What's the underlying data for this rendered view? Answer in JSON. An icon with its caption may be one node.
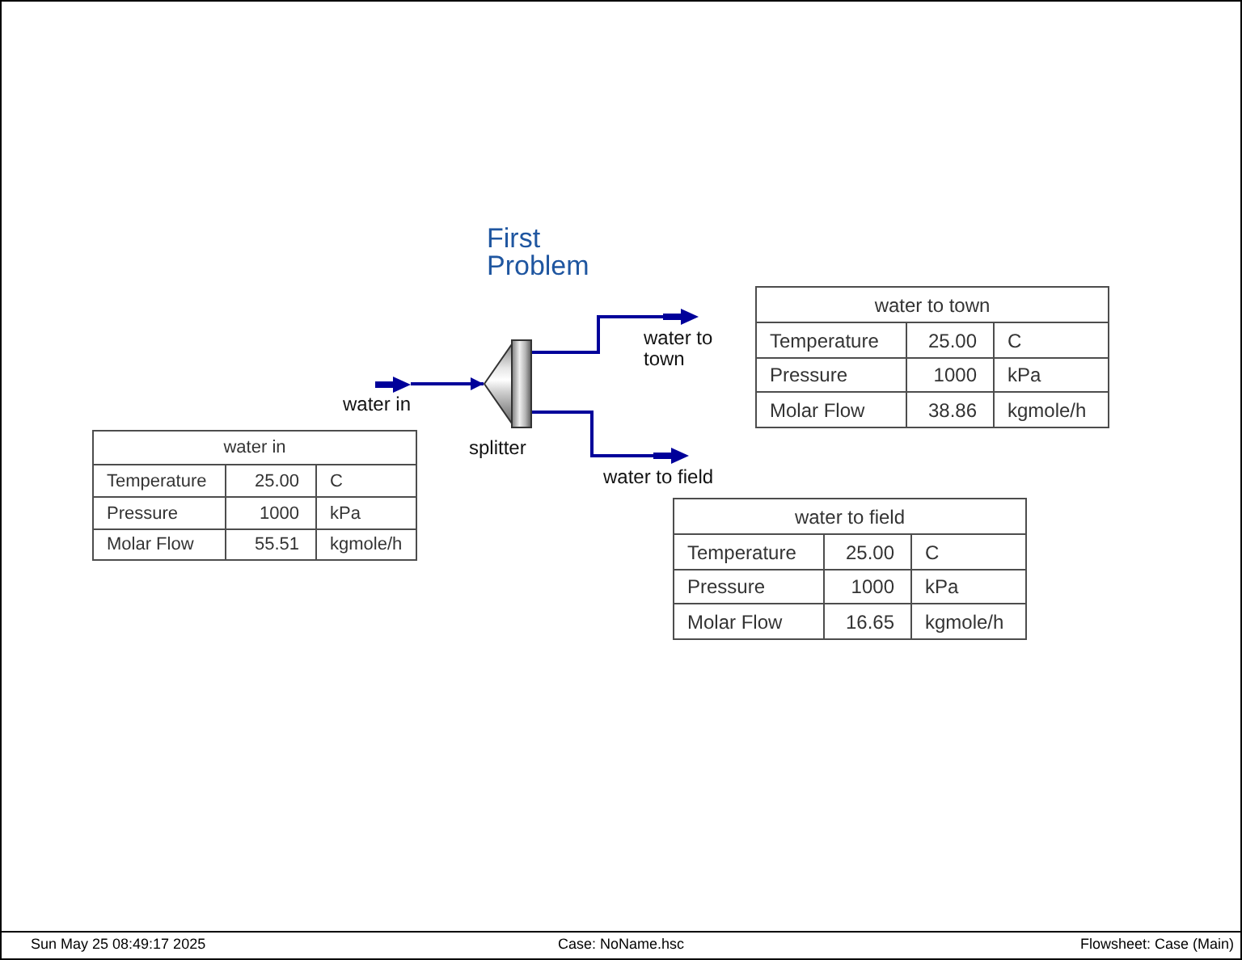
{
  "diagram": {
    "title": "First Problem",
    "nodes": [
      {
        "text": [],
        "shape": "arrow",
        "beside": [
          "water in"
        ]
      },
      {
        "text": [],
        "shape": "picture",
        "beside": [
          "splitter"
        ]
      },
      {
        "text": [],
        "shape": "arrow",
        "beside": [
          "water to town"
        ]
      },
      {
        "text": [],
        "shape": "arrow",
        "beside": [
          "water to field"
        ]
      },
      {
        "text": [
          "water in",
          "Temperature",
          "25.00",
          "C",
          "Pressure",
          "1000",
          "kPa",
          "Molar Flow",
          "55.51",
          "kgmole/h"
        ]
      },
      {
        "text": [
          "water to town",
          "Temperature",
          "25.00",
          "C",
          "Pressure",
          "1000",
          "kPa",
          "Molar Flow",
          "38.86",
          "kgmole/h"
        ]
      },
      {
        "text": [
          "water to field",
          "Temperature",
          "25.00",
          "C",
          "Pressure",
          "1000",
          "kPa",
          "Molar Flow",
          "16.65",
          "kgmole/h"
        ]
      }
    ],
    "edges": [
      {
        "from": 0,
        "to": 1,
        "arrow": "to"
      },
      {
        "from": 1,
        "to": 2,
        "arrow": "none"
      },
      {
        "from": 1,
        "to": 3,
        "arrow": "none"
      }
    ],
    "labels": [
      "Sun May 25 08:49:17 2025",
      "Case: NoName.hsc",
      "Flowsheet: Case (Main)"
    ]
  }
}
